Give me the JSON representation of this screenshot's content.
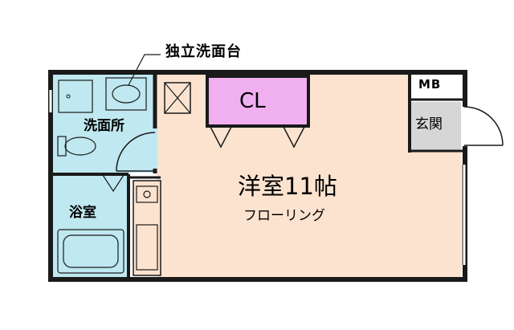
{
  "labels": {
    "independent_washbasin": "独立洗面台",
    "washroom": "洗面所",
    "bathroom": "浴室",
    "closet": "CL",
    "meter_box": "MB",
    "entrance": "玄関",
    "western_room": "洋室11帖",
    "flooring": "フローリング"
  },
  "colors": {
    "wall": "#1a1a1a",
    "wet_area_fill": "#bfe8f0",
    "room_fill": "#fbe3cf",
    "closet_fill": "#f0b0f0",
    "entrance_fill": "#d6d6d6",
    "kitchen_fill": "#fbe3cf"
  }
}
